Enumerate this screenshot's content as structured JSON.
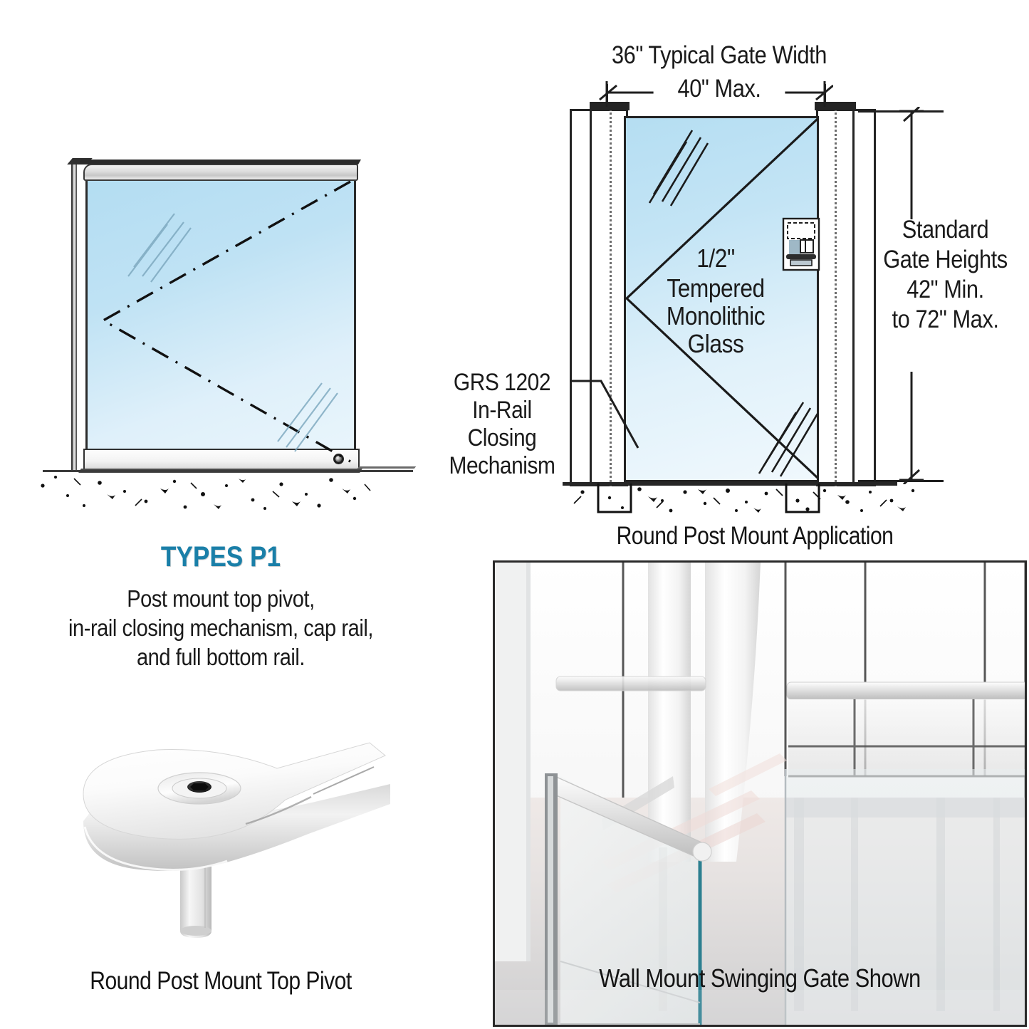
{
  "page": {
    "background": "#ffffff",
    "accent_color": "#1a7fa8",
    "glass_color": "#bfe2f4",
    "line_color": "#1f1f1f"
  },
  "left_panel": {
    "title": "TYPES P1",
    "description_lines": [
      "Post mount top pivot,",
      "in-rail closing mechanism, cap rail,",
      "and full bottom rail."
    ],
    "product_caption": "Round Post Mount Top Pivot",
    "diagram_name": "P1 gate elevation with cap rail and full bottom rail"
  },
  "right_panel": {
    "dimensions": {
      "top_label": "36\" Typical Gate Width",
      "width_label": "40\" Max.",
      "height_label_lines": [
        "Standard",
        "Gate Heights",
        "42\" Min.",
        "to 72\" Max."
      ]
    },
    "glass_label_lines": [
      "1/2\"",
      "Tempered",
      "Monolithic",
      "Glass"
    ],
    "mechanism_label_lines": [
      "GRS 1202",
      "In-Rail",
      "Closing",
      "Mechanism"
    ],
    "caption": "Round Post Mount Application"
  },
  "scene_photo": {
    "caption": "Wall Mount Swinging Gate Shown"
  }
}
